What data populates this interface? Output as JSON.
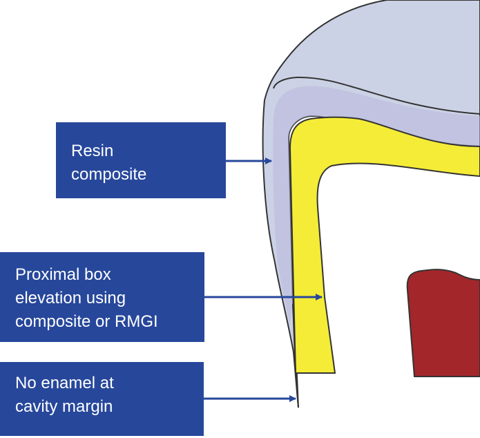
{
  "labels": {
    "resin_composite": "Resin\ncomposite",
    "proximal_box": "Proximal box\nelevation using\ncomposite or RMGI",
    "no_enamel": "No enamel at\ncavity margin"
  },
  "colors": {
    "label_background": "#27479b",
    "label_text": "#ffffff",
    "composite": "#ccd2e5",
    "composite_inner_band": "#b8b6dc",
    "box_elevation": "#f5ec37",
    "pulp": "#a3262a",
    "outline": "#333333",
    "arrow": "#27479b"
  }
}
